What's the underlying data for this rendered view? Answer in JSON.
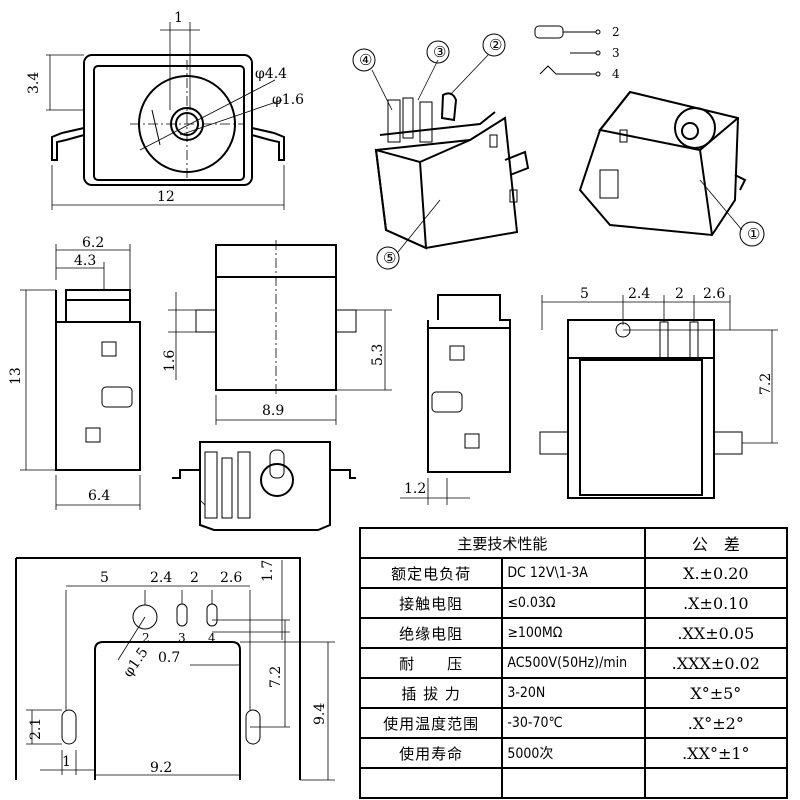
{
  "drawing": {
    "front_view": {
      "dim_1": "1",
      "dim_3_4": "3.4",
      "dim_phi_4_4": "φ4.4",
      "dim_phi_1_6": "φ1.6",
      "dim_12": "12"
    },
    "callouts": {
      "1": "①",
      "2": "②",
      "3": "③",
      "4": "④",
      "5": "⑤"
    },
    "symbol": {
      "pin_2": "2",
      "pin_3": "3",
      "pin_4": "4"
    },
    "side_view": {
      "dim_6_2": "6.2",
      "dim_4_3": "4.3",
      "dim_13": "13",
      "dim_6_4": "6.4"
    },
    "front_view_2": {
      "dim_1_6": "1.6",
      "dim_5_3": "5.3",
      "dim_8_9": "8.9"
    },
    "side_view_2": {
      "dim_1_2": "1.2"
    },
    "top_view": {
      "dim_5": "5",
      "dim_2_4": "2.4",
      "dim_2": "2",
      "dim_2_6": "2.6",
      "dim_7_2": "7.2"
    },
    "pcb": {
      "dim_5": "5",
      "dim_2_4": "2.4",
      "dim_2": "2",
      "dim_2_6": "2.6",
      "dim_1_7": "1.7",
      "dim_phi_1_5": "φ1.5",
      "dim_0_7": "0.7",
      "dim_7_2": "7.2",
      "dim_9_4": "9.4",
      "dim_9_2": "9.2",
      "dim_2_1": "2.1",
      "dim_1": "1",
      "pin_2": "2",
      "pin_3": "3",
      "pin_4": "4"
    }
  },
  "spec_table": {
    "header_performance": "主要技术性能",
    "header_tolerance": "公　差",
    "rows": [
      {
        "name": "额定电负荷",
        "value": "DC 12V\\1-3A",
        "tolerance": "X.±0.20"
      },
      {
        "name": "接触电阻",
        "value": "≤0.03Ω",
        "tolerance": ".X±0.10"
      },
      {
        "name": "绝缘电阻",
        "value": "≥100MΩ",
        "tolerance": ".XX±0.05"
      },
      {
        "name": "耐　　压",
        "value": "AC500V(50Hz)/min",
        "tolerance": ".XXX±0.02"
      },
      {
        "name": "插 拔 力",
        "value": "3-20N",
        "tolerance": "X°±5°"
      },
      {
        "name": "使用温度范围",
        "value": "-30-70℃",
        "tolerance": ".X°±2°"
      },
      {
        "name": "使用寿命",
        "value": "5000次",
        "tolerance": ".XX°±1°"
      }
    ]
  }
}
